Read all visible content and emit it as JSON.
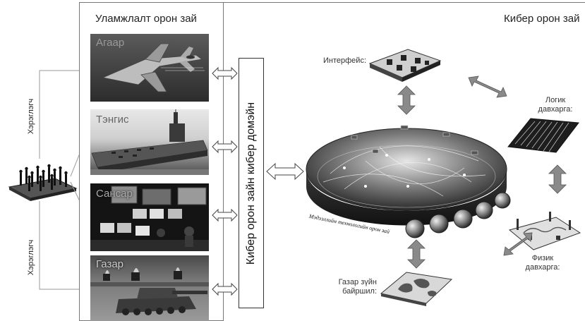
{
  "traditional_domain": {
    "title": "Уламжлалт орон зай",
    "domains": [
      {
        "label": "Агаар",
        "image": "fighter-jet"
      },
      {
        "label": "Тэнгис",
        "image": "aircraft-carrier"
      },
      {
        "label": "Сансар",
        "image": "control-room"
      },
      {
        "label": "Газар",
        "image": "tank"
      }
    ]
  },
  "users": {
    "top_label": "Хэрэглэгч",
    "bottom_label": "Хэрэглэгч",
    "image": "crowd-on-platform"
  },
  "cyber_bar_label": "Кибер орон зайн кибер домэйн",
  "cyber_domain": {
    "title": "Кибер орон зай",
    "center_image": "cyber-disc",
    "center_caption": "Мэдээллийн технологийн орон зай",
    "interface_label": "Интерфейс:",
    "logic_label_1": "Логик",
    "logic_label_2": "давхарга:",
    "physical_label_1": "Физик",
    "physical_label_2": "давхарга:",
    "geo_label_1": "Газар зүйн",
    "geo_label_2": "байршил:"
  },
  "colors": {
    "panel_border": "#777777",
    "arrow_gray": "#8a8a8a",
    "connector_line": "#999999"
  }
}
